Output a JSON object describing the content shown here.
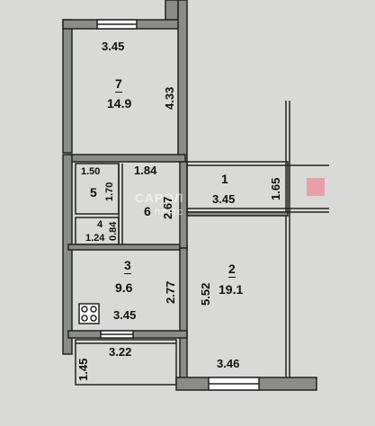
{
  "plan": {
    "rooms": [
      {
        "id": "7",
        "number": "7",
        "area": "14.9"
      },
      {
        "id": "5",
        "number": "5"
      },
      {
        "id": "4",
        "number": "4"
      },
      {
        "id": "6",
        "number": "6"
      },
      {
        "id": "1",
        "number": "1",
        "area": "3.45"
      },
      {
        "id": "3",
        "number": "3",
        "area": "9.6"
      },
      {
        "id": "2",
        "number": "2",
        "area": "19.1"
      }
    ],
    "dimensions": {
      "r7_width": "3.45",
      "r7_height": "4.33",
      "r5_width": "1.50",
      "r5_height": "1.70",
      "r4_width": "1.24",
      "r4_height": "0.84",
      "r6_width": "1.84",
      "r6_height": "2.67",
      "r1_height": "1.65",
      "r3_height": "2.77",
      "r3_width": "3.45",
      "balcony_width": "3.22",
      "balcony_height": "1.45",
      "r2_height": "5.52",
      "r2_width": "3.46"
    },
    "watermark": {
      "line1": "САРОЛ",
      "line2": "ПЛЮС"
    },
    "colors": {
      "wall": "#8a8c8a",
      "line": "#222222",
      "background": "#d9dad7",
      "marker": "#e8a0a8"
    }
  }
}
